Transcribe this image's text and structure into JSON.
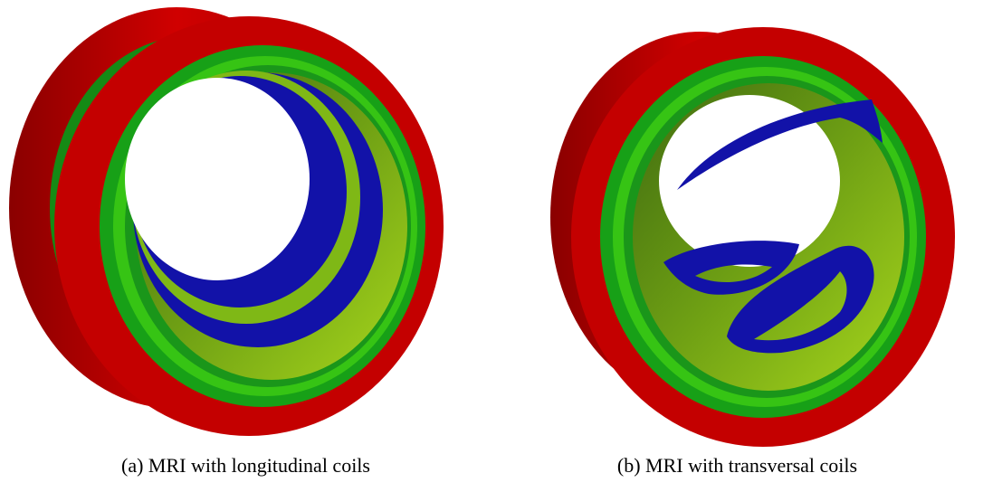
{
  "figure": {
    "panels": [
      {
        "id": "a",
        "caption": "(a) MRI with longitudinal coils",
        "coil_type": "longitudinal"
      },
      {
        "id": "b",
        "caption": "(b) MRI with transversal coils",
        "coil_type": "transversal"
      }
    ],
    "colors": {
      "outer_ring": "#cc0000",
      "middle_ring": "#1aa31a",
      "inner_cylinder": "#8ccc14",
      "coil": "#1212a8",
      "background": "#ffffff"
    }
  }
}
